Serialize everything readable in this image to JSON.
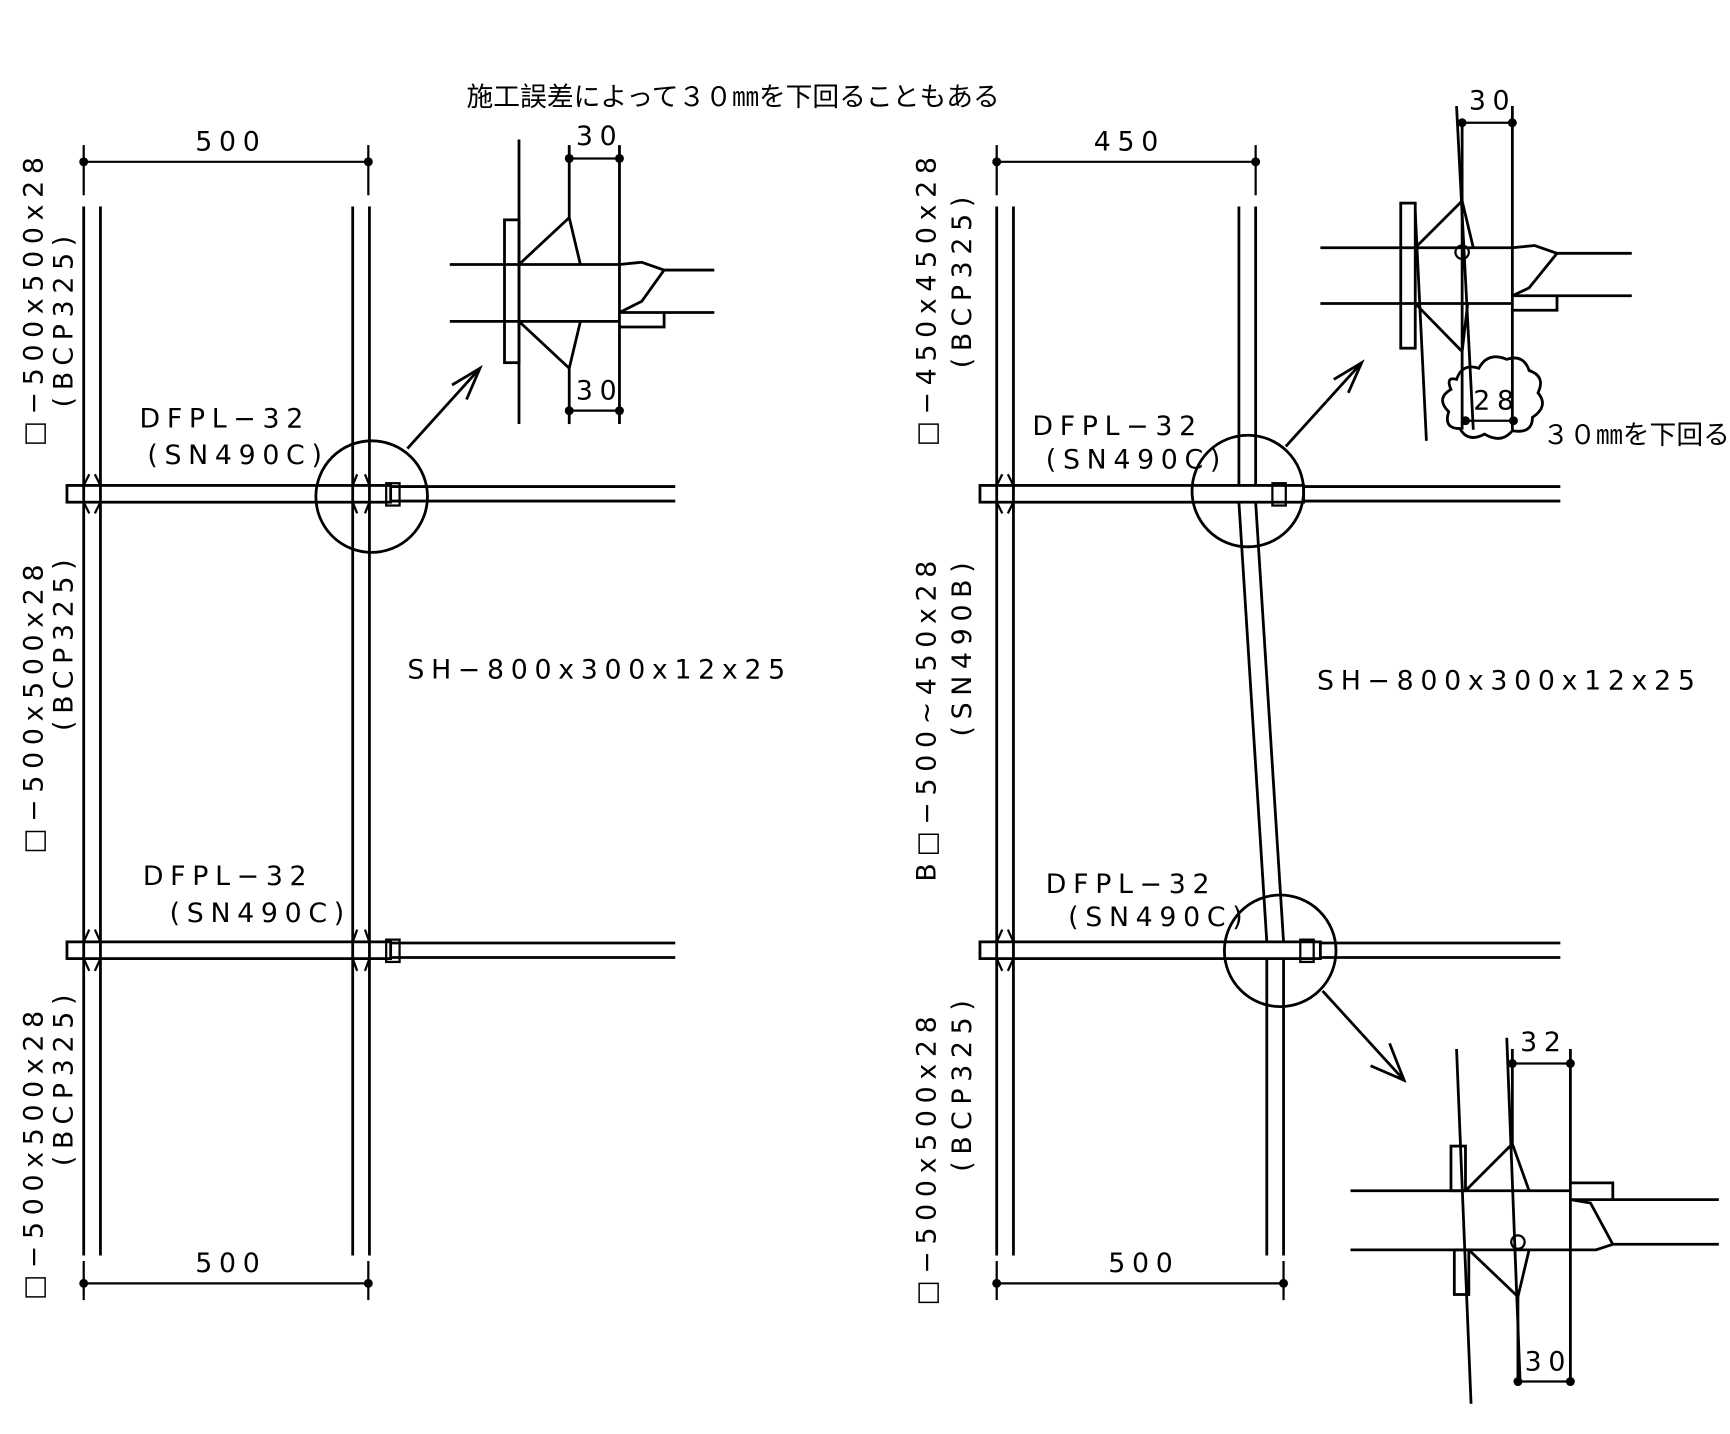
{
  "note_top": "施工誤差によって３０㎜を下回ることもある",
  "left": {
    "dim_top": "500",
    "dim_bottom": "500",
    "col_upper": {
      "size": "□−500x500x28",
      "grade": "(BCP325)"
    },
    "col_middle": {
      "size": "□−500x500x28",
      "grade": "(BCP325)"
    },
    "col_lower": {
      "size": "□−500x500x28",
      "grade": "(BCP325)"
    },
    "dfpl_upper": {
      "name": "DFPL−32",
      "grade": "(SN490C)"
    },
    "dfpl_lower": {
      "name": "DFPL−32",
      "grade": "(SN490C)"
    },
    "beam": "SH−800x300x12x25",
    "detail": {
      "dim_top": "30",
      "dim_bottom": "30"
    }
  },
  "right": {
    "dim_top": "450",
    "dim_bottom": "500",
    "col_upper": {
      "size": "□−450x450x28",
      "grade": "(BCP325)"
    },
    "col_middle": {
      "size": "B□−500~450x28",
      "grade": "(SN490B)"
    },
    "col_lower": {
      "size": "□−500x500x28",
      "grade": "(BCP325)"
    },
    "dfpl_upper": {
      "name": "DFPL−32",
      "grade": "(SN490C)"
    },
    "dfpl_lower": {
      "name": "DFPL−32",
      "grade": "(SN490C)"
    },
    "beam": "SH−800x300x12x25",
    "detail_upper": {
      "dim_top": "30",
      "dim_cloud": "28",
      "note": "３０㎜を下回る"
    },
    "detail_lower": {
      "dim_top": "32",
      "dim_bottom": "30"
    }
  }
}
